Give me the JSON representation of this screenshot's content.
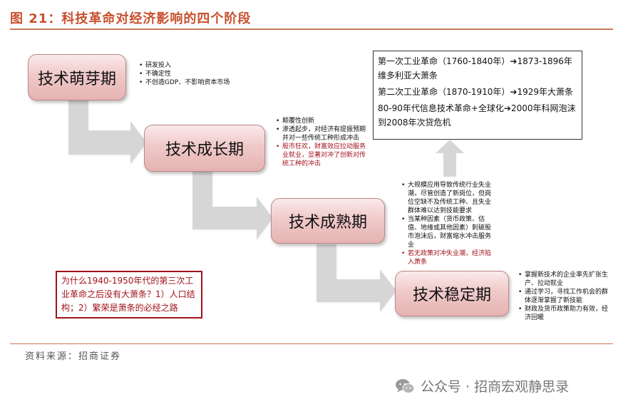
{
  "figure_title": "图 21：科技革命对经济影响的四个阶段",
  "stages": [
    {
      "label": "技术萌芽期"
    },
    {
      "label": "技术成长期"
    },
    {
      "label": "技术成熟期"
    },
    {
      "label": "技术稳定期"
    }
  ],
  "notes": {
    "sprout": [
      "研发投入",
      "不确定性",
      "不创造GDP、不影响资本市场"
    ],
    "growth": [
      "颠覆性创新",
      "渗透起步，对经济有提振预期并对一些传统工种形成冲击"
    ],
    "growth_red": [
      "股市狂欢，财富效应拉动服务业就业，显著对冲了创新对传统工种的冲击"
    ],
    "mature": [
      "大规模应用导致传统行业失业潮，尽管创造了新岗位，但岗位空缺不及传统工种、且失业群体难以达到技能要求",
      "当某种因素（货币政策、估值、地缘或其他因素）刺破股市泡沫后，财富缩水冲击服务业"
    ],
    "mature_red": [
      "若无政策对冲失业潮，经济陷入萧条"
    ],
    "stable": [
      "掌握新技术的企业率先扩张生产、拉动就业",
      "通过学习，寻找工作机会的群体逐渐掌握了新技能",
      "财政及货币政策助力有效，经济回暖"
    ]
  },
  "history": [
    "第一次工业革命（1760-1840年）➔1873-1896年维多利亚大萧条",
    "第二次工业革命（1870-1910年）➔1929年大萧条",
    "80-90年代信息技术革命+全球化➔2000年科网泡沫到2008年次贷危机"
  ],
  "question": "为什么1940-1950年代的第三次工业革命之后没有大萧条？1）人口结构；2）繁荣是萧条的必经之路",
  "source": "资料来源：招商证券",
  "footer": "公众号 · 招商宏观静思录",
  "colors": {
    "title": "#c8502d",
    "rule": "#c87a5a",
    "stage_fill": "#f0c9c9",
    "arrow": "#d6d6d6",
    "red_text": "#a0121a"
  }
}
